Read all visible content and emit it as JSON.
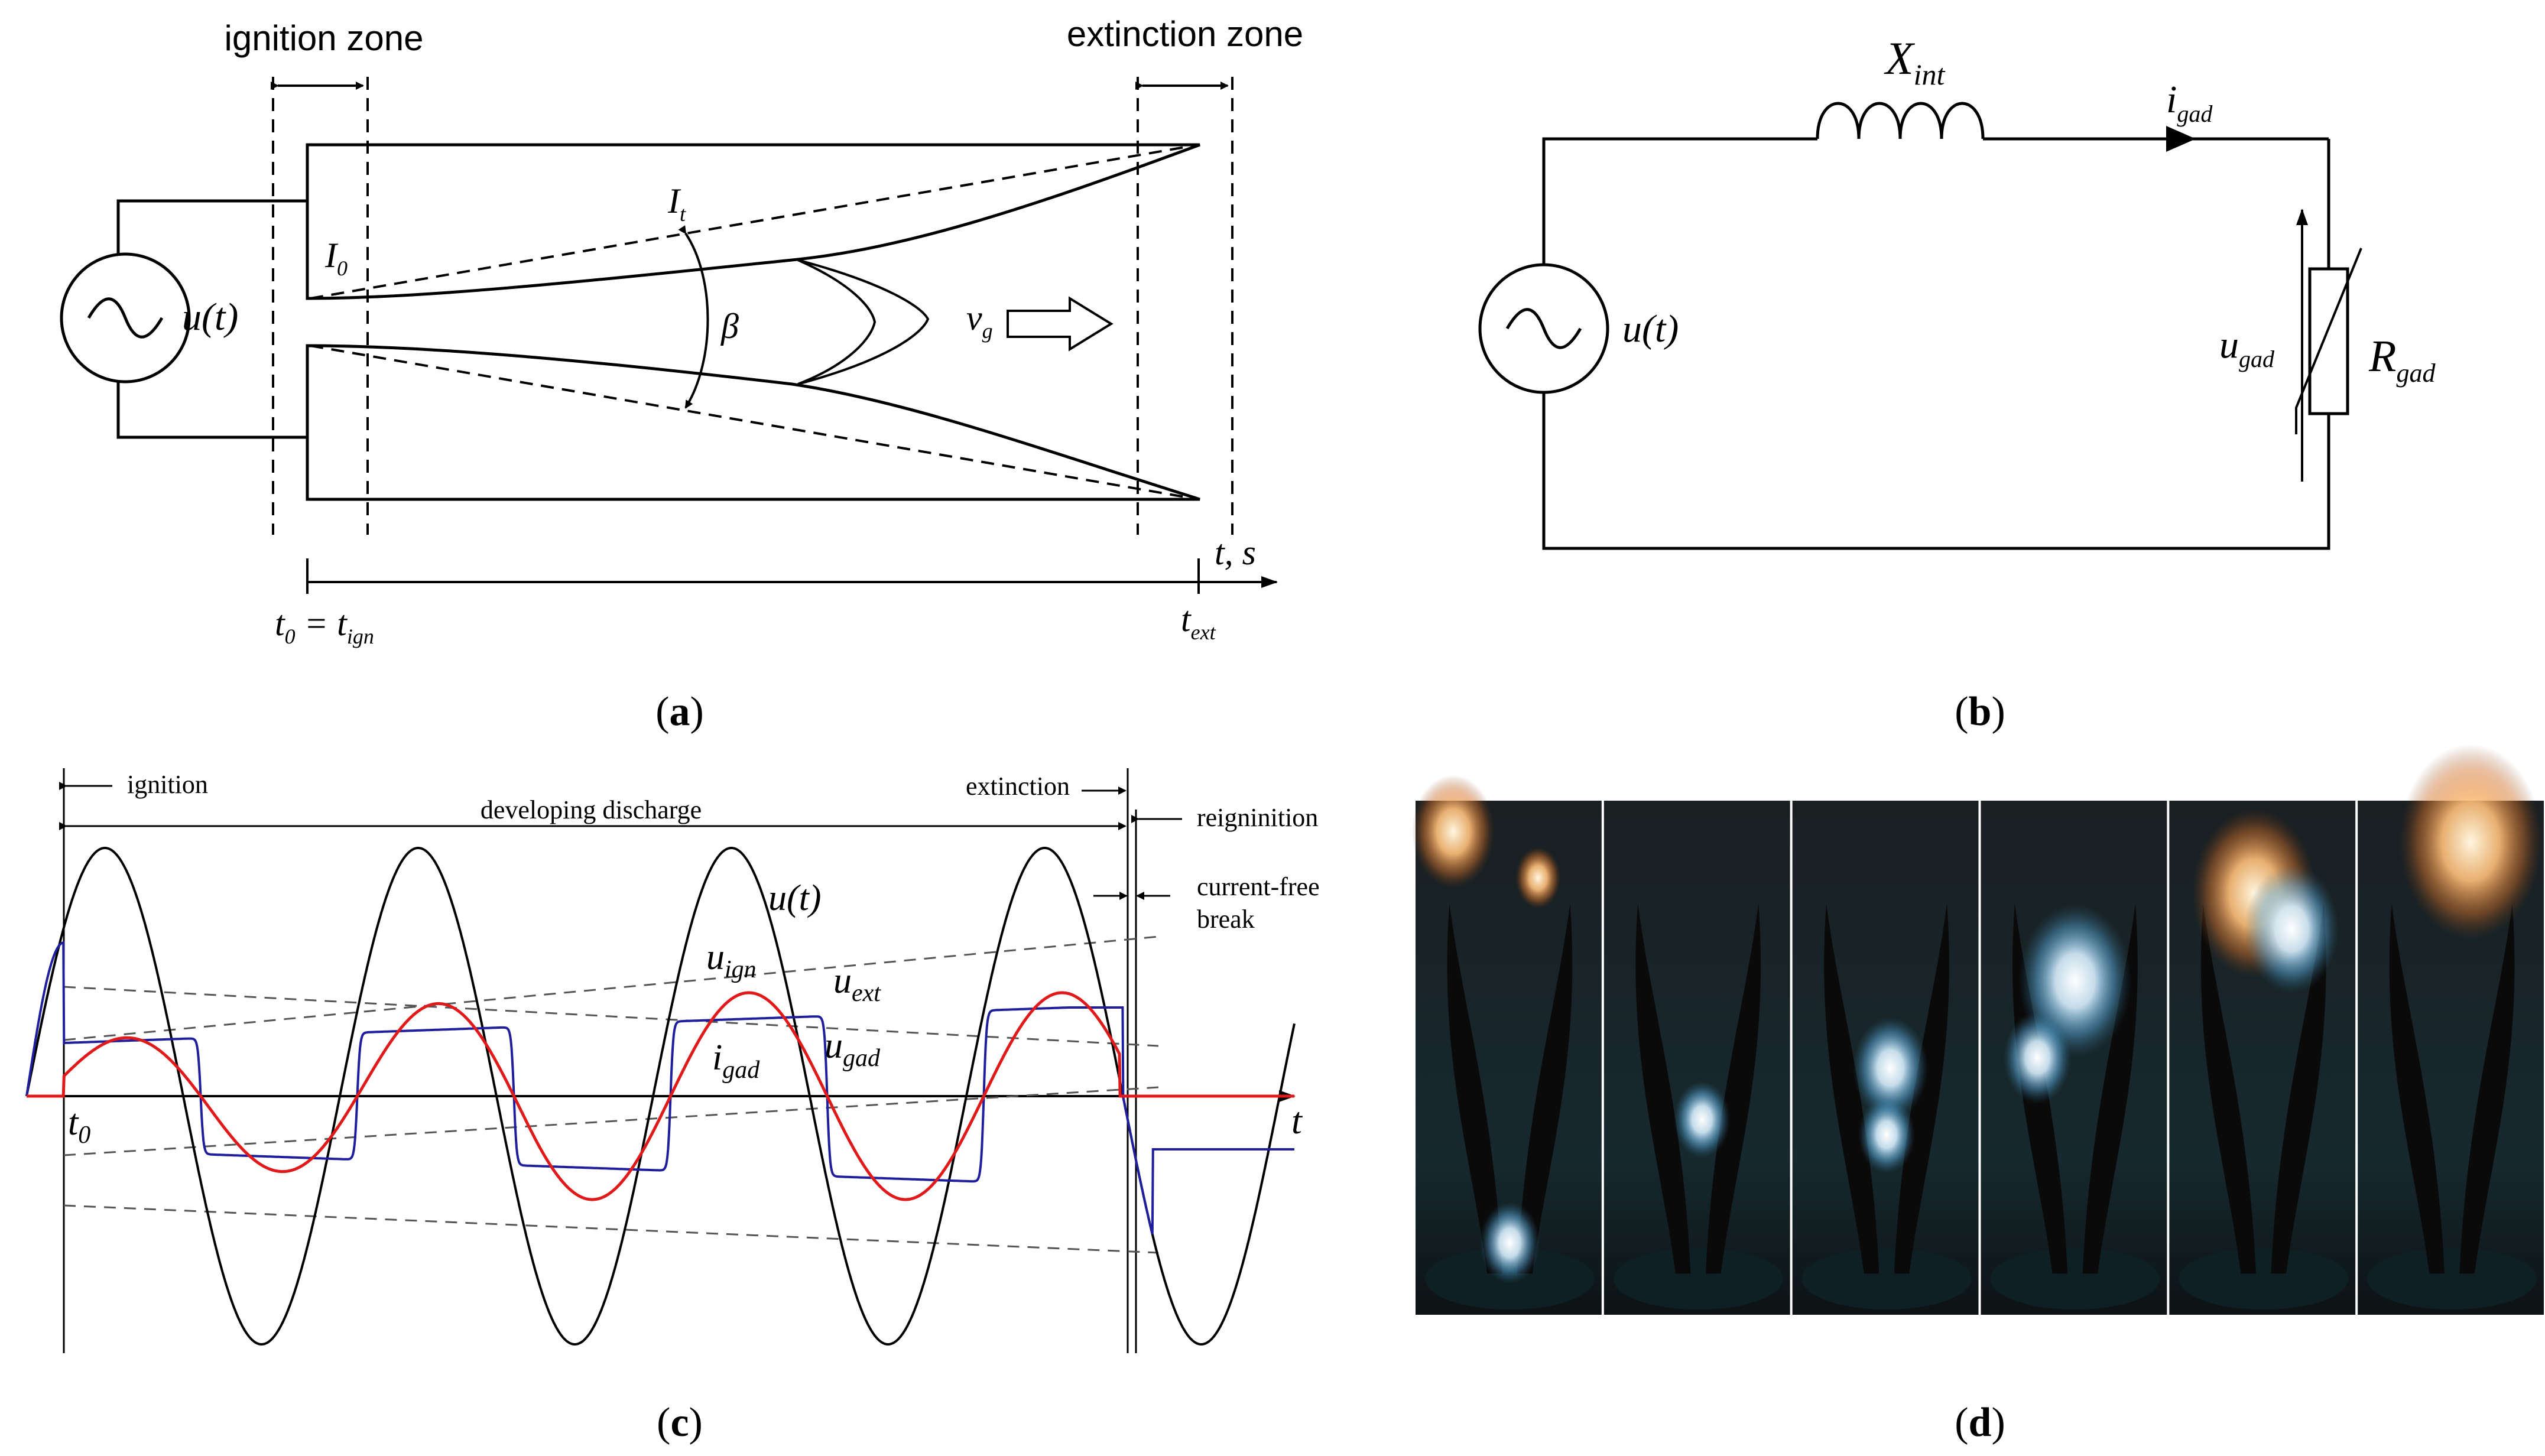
{
  "panel_a": {
    "caption_open": "(",
    "caption_letter": "a",
    "caption_close": ")",
    "ignition_zone": "ignition zone",
    "extinction_zone": "extinction zone",
    "source_label": "u(t)",
    "I0": "I",
    "I0_sub": "0",
    "It": "I",
    "It_sub": "t",
    "beta": "β",
    "vg": "v",
    "vg_sub": "g",
    "t0_main": "t",
    "t0_sub": "0",
    "t0_eq": " = t",
    "t0_ign_sub": "ign",
    "text_main": "t",
    "text_sub": "ext",
    "axis_label": "t, s"
  },
  "panel_b": {
    "caption_open": "(",
    "caption_letter": "b",
    "caption_close": ")",
    "source_label": "u(t)",
    "X_main": "X",
    "X_sub": "int",
    "i_main": "i",
    "i_sub": "gad",
    "u_main": "u",
    "u_sub": "gad",
    "R_main": "R",
    "R_sub": "gad"
  },
  "panel_c": {
    "caption_open": "(",
    "caption_letter": "c",
    "caption_close": ")",
    "ignition": "ignition",
    "developing_discharge": "developing discharge",
    "extinction": "extinction",
    "reigninition": "reigninition",
    "current_free_1": "current-free",
    "current_free_2": "break",
    "u_t": "u(t)",
    "u_ign_main": "u",
    "u_ign_sub": "ign",
    "u_ext_main": "u",
    "u_ext_sub": "ext",
    "i_gad_main": "i",
    "i_gad_sub": "gad",
    "u_gad_main": "u",
    "u_gad_sub": "gad",
    "t0_main": "t",
    "t0_sub": "0",
    "t_axis": "t",
    "colors": {
      "u": "#000000",
      "u_gad": "#1f1f9e",
      "i_gad": "#e01a1a",
      "dash": "#555555"
    }
  },
  "panel_d": {
    "caption_open": "(",
    "caption_letter": "d",
    "caption_close": ")",
    "frame_count": 6,
    "colors": {
      "background": "#12191c",
      "electrode": "#0a0a0a",
      "arc_core": "#ffffff",
      "arc_glow": "#8fd0ff",
      "flame": "#ffb25a"
    }
  }
}
